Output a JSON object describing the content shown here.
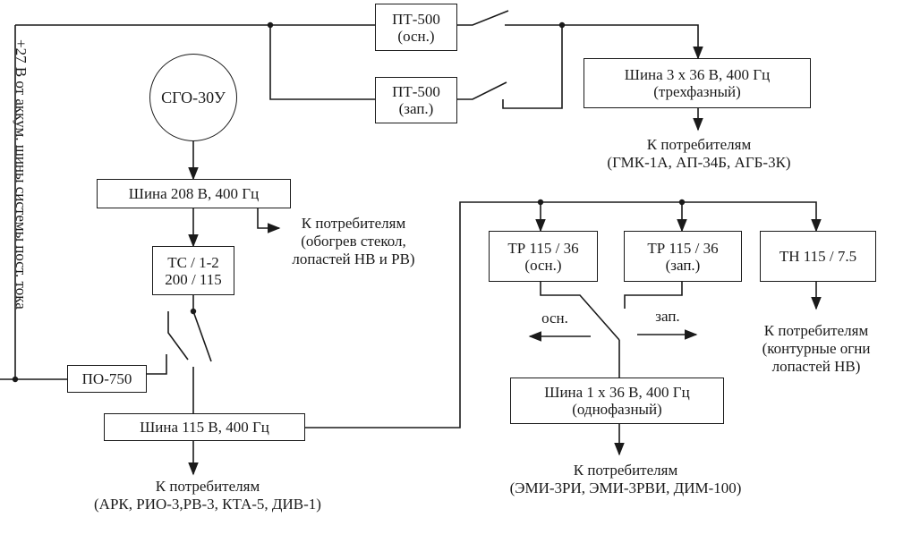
{
  "source_label": "+27 В от аккум. шины системы пост. тока",
  "generator": "СГО-30У",
  "blocks": {
    "pt500_main": {
      "line1": "ПТ-500",
      "line2": "(осн.)"
    },
    "pt500_reserve": {
      "line1": "ПТ-500",
      "line2": "(зап.)"
    },
    "bus_3x36": {
      "line1": "Шина 3 х 36 В, 400 Гц",
      "line2": "(трехфазный)"
    },
    "bus_208": {
      "line1": "Шина 208 В, 400 Гц"
    },
    "tc_1_2": {
      "line1": "ТС / 1-2",
      "line2": "200 / 115"
    },
    "po_750": {
      "line1": "ПО-750"
    },
    "bus_115": {
      "line1": "Шина 115 В, 400 Гц"
    },
    "tr_main": {
      "line1": "ТР 115 / 36",
      "line2": "(осн.)"
    },
    "tr_reserve": {
      "line1": "ТР 115 / 36",
      "line2": "(зап.)"
    },
    "tn": {
      "line1": "ТН 115 / 7.5"
    },
    "bus_1x36": {
      "line1": "Шина 1 х 36 В, 400 Гц",
      "line2": "(однофазный)"
    }
  },
  "consumers": {
    "c3x36": {
      "line1": "К потребителям",
      "line2": "(ГМК-1А, АП-34Б, АГБ-3К)"
    },
    "c208": {
      "line1": "К потребителям",
      "line2": "(обогрев стекол,",
      "line3": "лопастей НВ и РВ)"
    },
    "c115": {
      "line1": "К потребителям",
      "line2": "(АРК, РИО-3,РВ-3, КТА-5, ДИВ-1)"
    },
    "ctn": {
      "line1": "К потребителям",
      "line2": "(контурные огни",
      "line3": "лопастей НВ)"
    },
    "c1x36": {
      "line1": "К потребителям",
      "line2": "(ЭМИ-3РИ, ЭМИ-3РВИ, ДИМ-100)"
    }
  },
  "switch_labels": {
    "main": "осн.",
    "reserve": "зап."
  }
}
